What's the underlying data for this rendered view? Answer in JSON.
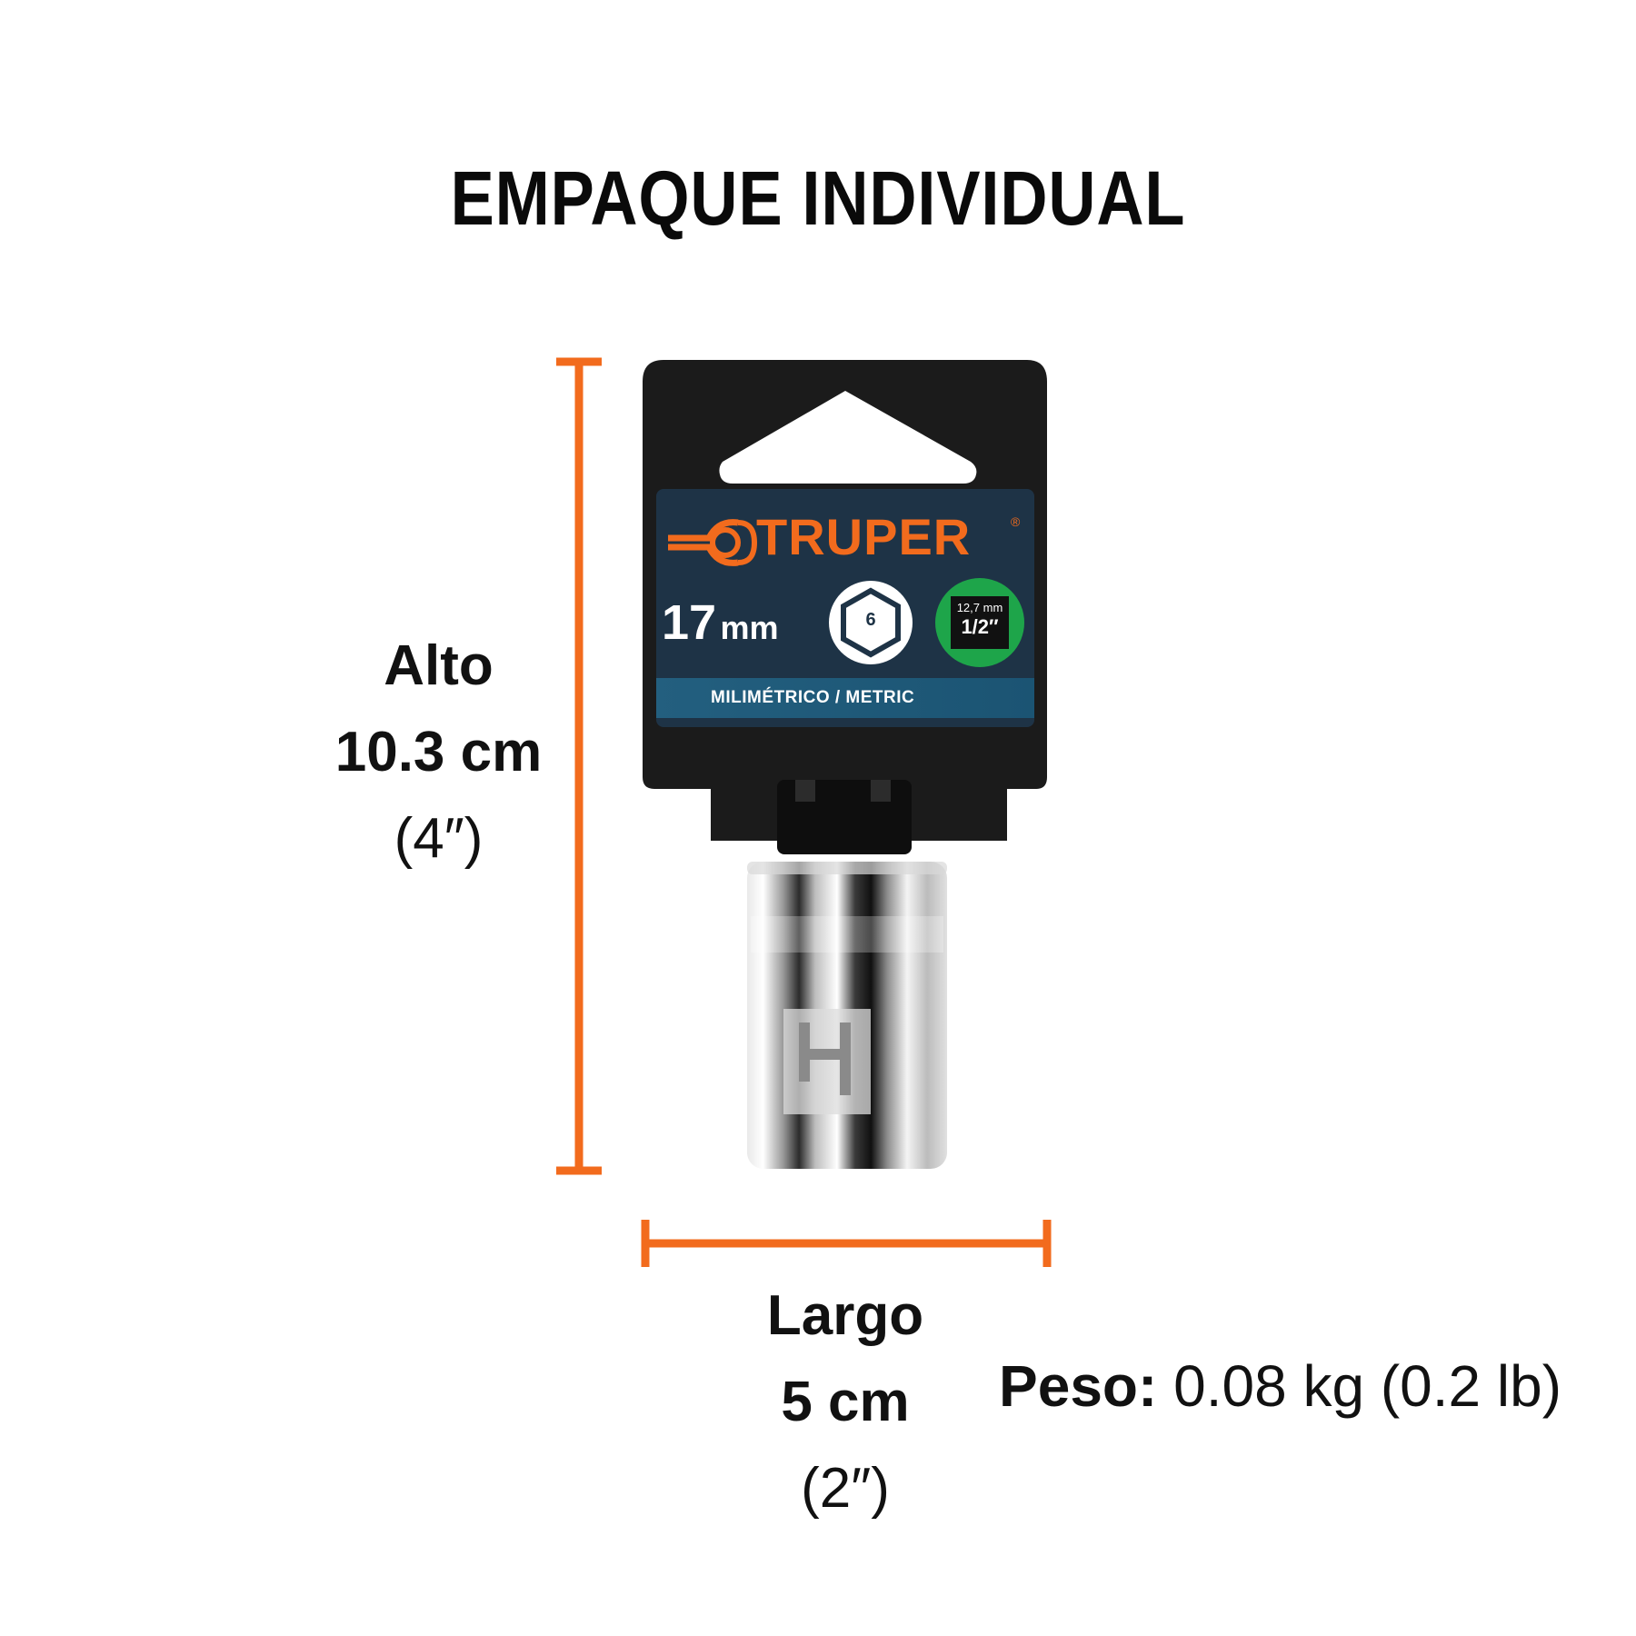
{
  "header": {
    "title": "EMPAQUE INDIVIDUAL"
  },
  "height_dimension": {
    "label": "Alto",
    "metric": "10.3 cm",
    "imperial": "(4″)"
  },
  "length_dimension": {
    "label": "Largo",
    "metric": "5 cm",
    "imperial": "(2″)"
  },
  "weight": {
    "label": "Peso:",
    "value": "0.08 kg (0.2 lb)"
  },
  "package": {
    "brand": "TRUPER",
    "size": "17",
    "size_unit": "mm",
    "points": "6",
    "drive_metric": "12,7 mm",
    "drive_imperial": "1/2″",
    "system": "MILIMÉTRICO / METRIC"
  },
  "colors": {
    "accent_orange": "#f26b1d",
    "label_navy": "#1e3346",
    "band_teal": "#1d5f80",
    "drive_green": "#1ea54a",
    "hanger_black": "#1a1a1a"
  },
  "icons": [
    "truper-logo-icon",
    "hexagon-points-icon",
    "square-drive-icon",
    "chrome-socket-icon"
  ]
}
